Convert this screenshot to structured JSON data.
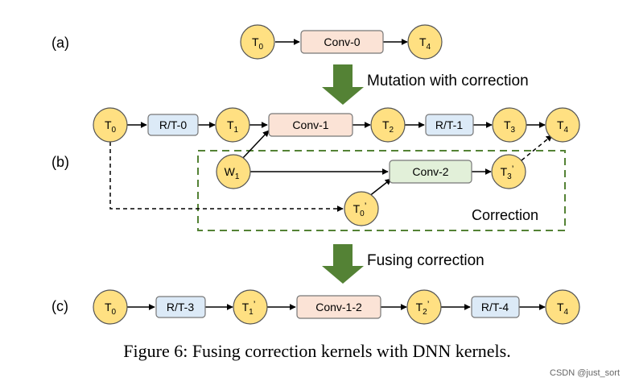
{
  "panels": {
    "a": "(a)",
    "b": "(b)",
    "c": "(c)"
  },
  "steps": {
    "mutation": "Mutation with correction",
    "fusing": "Fusing correction"
  },
  "region": {
    "correction": "Correction"
  },
  "caption": "Figure 6: Fusing correction kernels with DNN kernels.",
  "watermark": "CSDN @just_sort",
  "nodes": {
    "a_t0": {
      "base": "T",
      "sub": "0"
    },
    "a_t4": {
      "base": "T",
      "sub": "4"
    },
    "b_t0": {
      "base": "T",
      "sub": "0"
    },
    "b_t1": {
      "base": "T",
      "sub": "1"
    },
    "b_t2": {
      "base": "T",
      "sub": "2"
    },
    "b_t3": {
      "base": "T",
      "sub": "3"
    },
    "b_t4": {
      "base": "T",
      "sub": "4"
    },
    "b_w1": {
      "base": "W",
      "sub": "1"
    },
    "b_t3p": {
      "base": "T",
      "sub": "3",
      "prime": "’"
    },
    "b_t0p": {
      "base": "T",
      "sub": "0",
      "prime": "’"
    },
    "c_t0": {
      "base": "T",
      "sub": "0"
    },
    "c_t1p": {
      "base": "T",
      "sub": "1",
      "prime": "’"
    },
    "c_t2p": {
      "base": "T",
      "sub": "2",
      "prime": "’"
    },
    "c_t4": {
      "base": "T",
      "sub": "4"
    }
  },
  "boxes": {
    "a_conv0": "Conv-0",
    "b_rt0": "R/T-0",
    "b_conv1": "Conv-1",
    "b_rt1": "R/T-1",
    "b_conv2": "Conv-2",
    "c_rt3": "R/T-3",
    "c_conv12": "Conv-1-2",
    "c_rt4": "R/T-4"
  },
  "colors": {
    "node_fill": "#FFE082",
    "conv_fill": "#FBE3D6",
    "rt_fill": "#DCEAF7",
    "conv2_fill": "#E2F0D9",
    "down_arrow": "#548235",
    "correction_border": "#548235"
  }
}
